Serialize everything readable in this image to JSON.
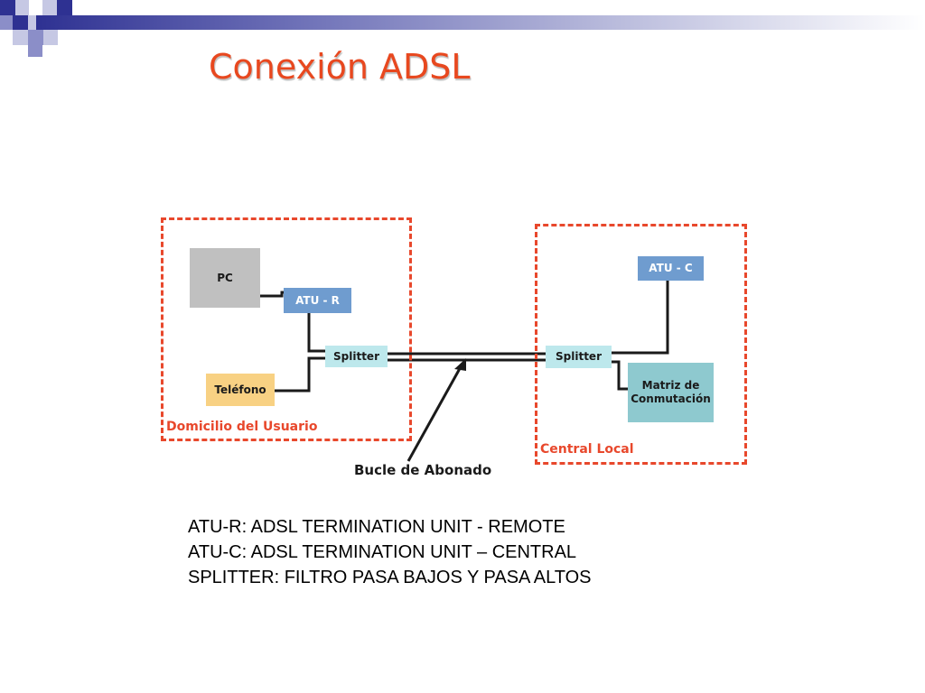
{
  "slide": {
    "title": "Conexión ADSL",
    "accent_color": "#e8481f",
    "decoration_colors": [
      "#2e3192",
      "#8b8ec8",
      "#c6c8e4"
    ]
  },
  "diagram": {
    "zones": {
      "user": {
        "label": "Domicilio del Usuario"
      },
      "central": {
        "label": "Central Local"
      }
    },
    "boxes": {
      "pc": "PC",
      "atu_r": "ATU - R",
      "splitter_user": "Splitter",
      "telefono": "Teléfono",
      "atu_c": "ATU - C",
      "splitter_central": "Splitter",
      "matriz": "Matriz de\nConmutación"
    },
    "loop_label": "Bucle de Abonado"
  },
  "notes": [
    "ATU-R: ADSL TERMINATION UNIT - REMOTE",
    "ATU-C: ADSL TERMINATION UNIT – CENTRAL",
    "SPLITTER: FILTRO PASA BAJOS Y PASA ALTOS"
  ]
}
